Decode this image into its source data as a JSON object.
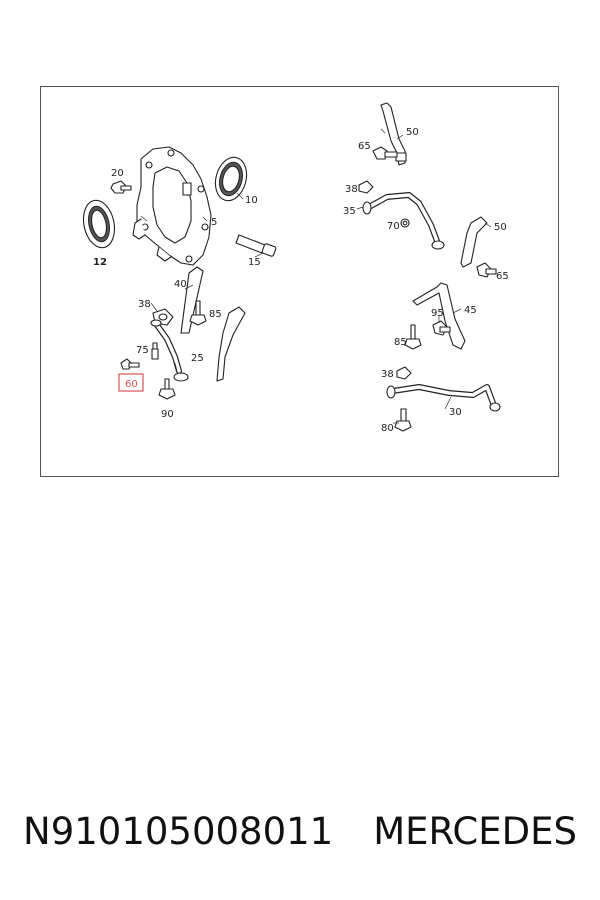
{
  "diagram": {
    "callouts": {
      "c20": "20",
      "c12": "12",
      "c5": "5",
      "c10": "10",
      "c15": "15",
      "c40": "40",
      "c38a": "38",
      "c85a": "85",
      "c75": "75",
      "c25": "25",
      "c60": "60",
      "c90": "90",
      "c50a": "50",
      "c65a": "65",
      "c38b": "38",
      "c35": "35",
      "c70": "70",
      "c50b": "50",
      "c65b": "65",
      "c45": "45",
      "c95": "95",
      "c85b": "85",
      "c38c": "38",
      "c30": "30",
      "c80": "80"
    },
    "highlighted_callout": "60",
    "highlight_color": "#d9534f"
  },
  "footer": {
    "part_number": "N910105008011",
    "brand": "MERCEDES"
  }
}
